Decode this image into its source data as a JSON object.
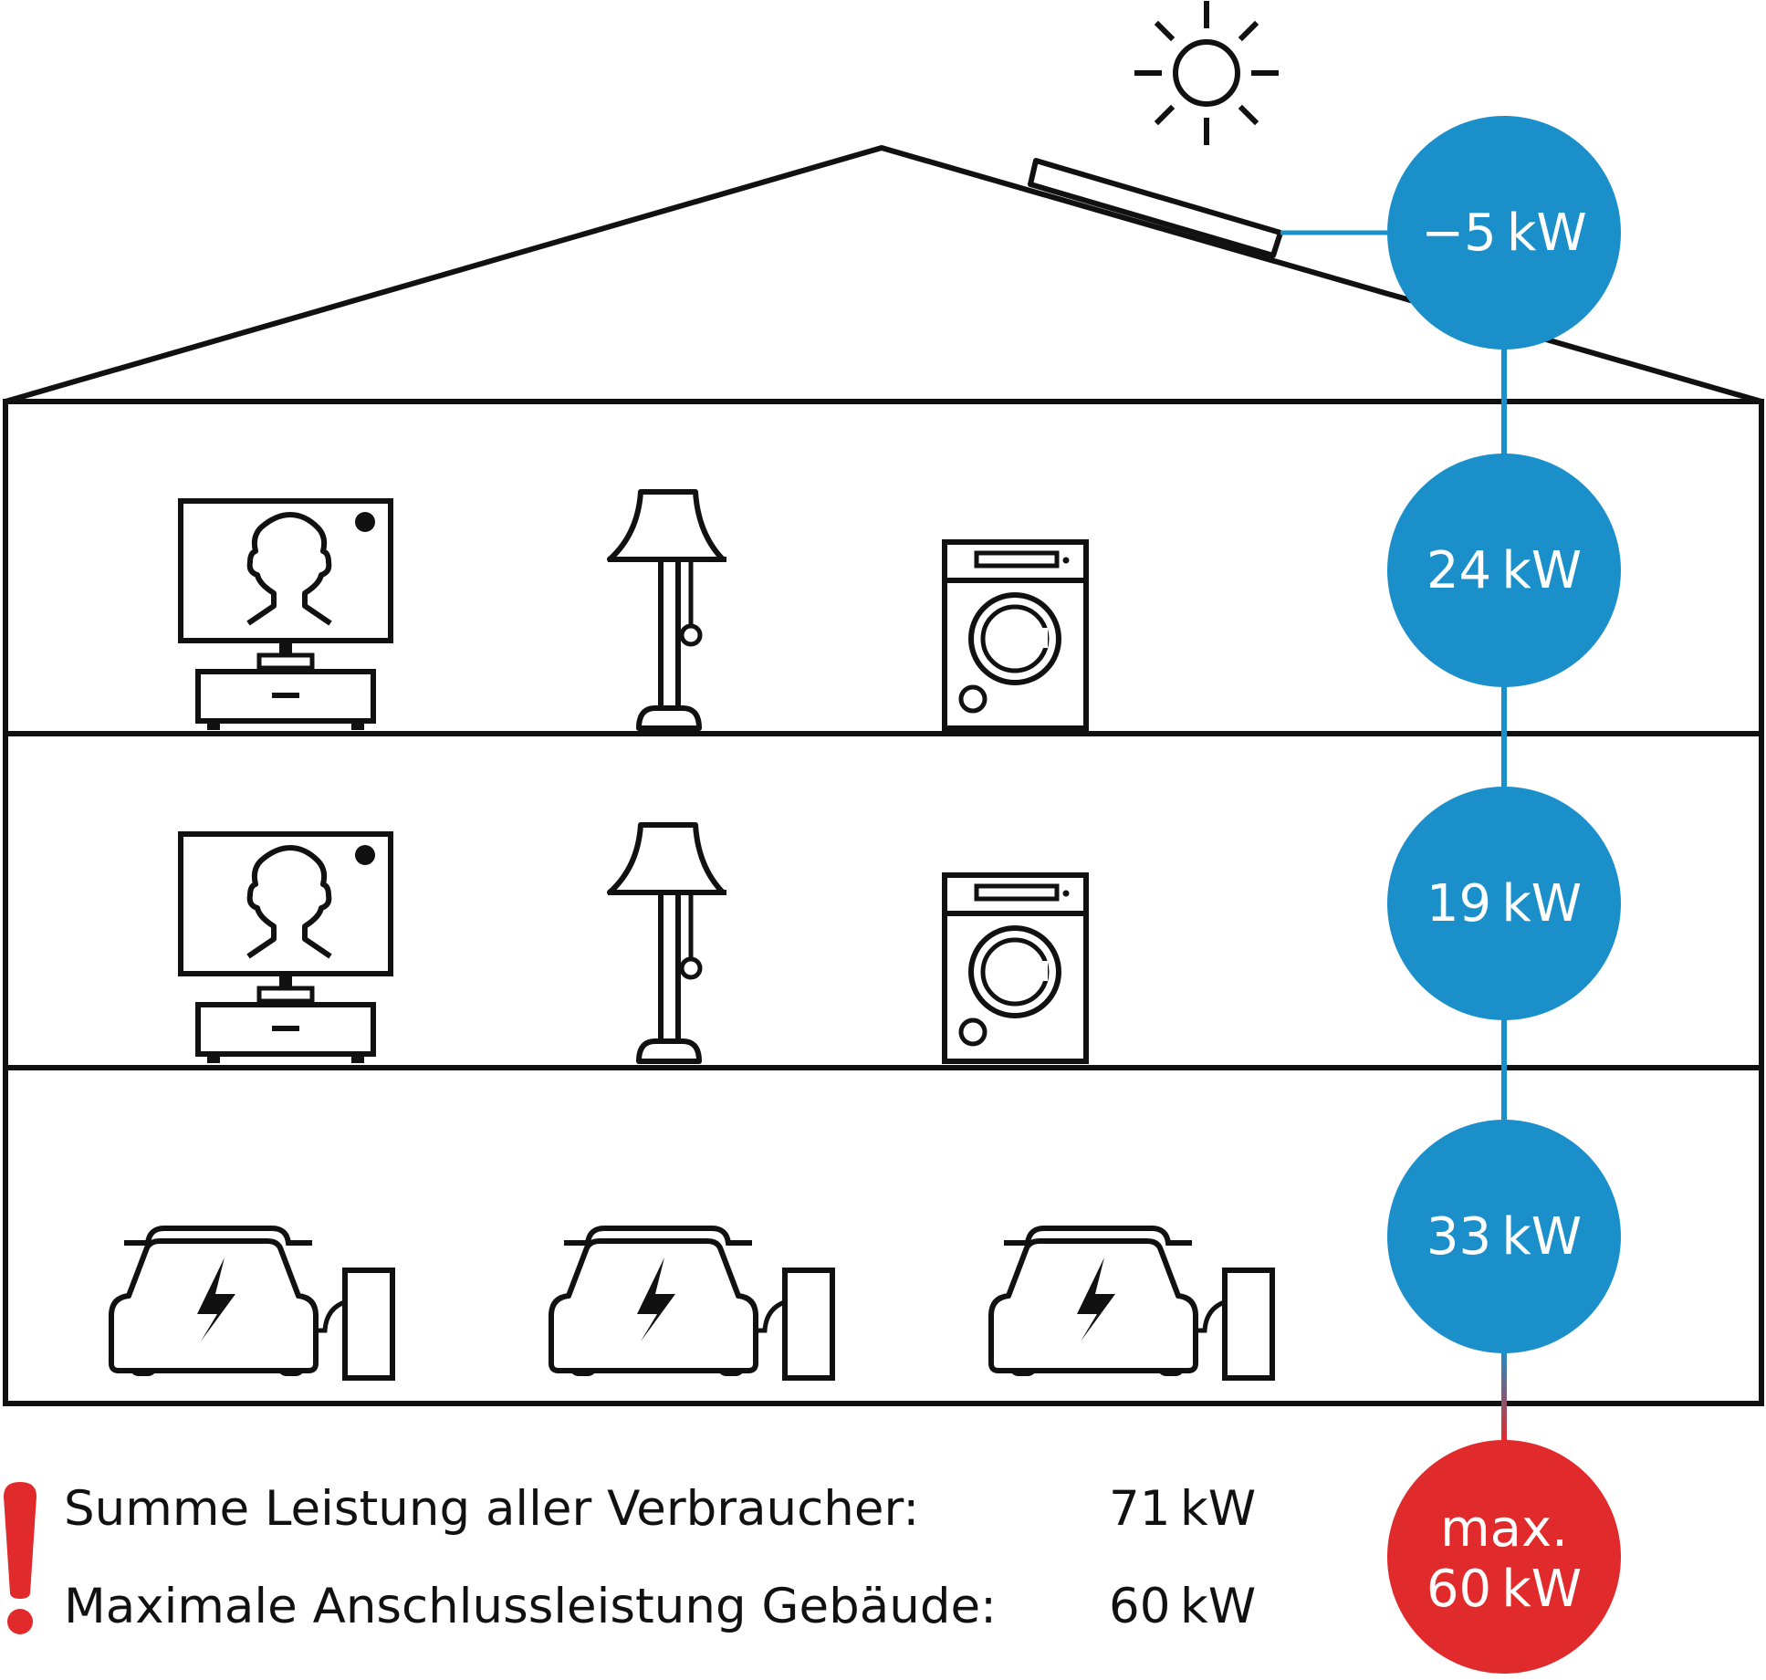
{
  "colors": {
    "line": "#111111",
    "blue": "#1a8fca",
    "red": "#e12a2b",
    "white": "#ffffff"
  },
  "nodes": {
    "solar": "−5 kW",
    "floor_top": "24 kW",
    "floor_middle": "19 kW",
    "floor_bottom": "33 kW",
    "limit_line1": "max.",
    "limit_line2": "60 kW"
  },
  "summary": {
    "total_label": "Summe Leistung aller Verbraucher:",
    "total_value": "71 kW",
    "max_label": "Maximale Anschlussleistung Gebäude:",
    "max_value": "60 kW"
  },
  "icons": {
    "sun": "sun-icon",
    "solar_panel": "solar-panel-icon",
    "tv": "tv-icon",
    "lamp": "floor-lamp-icon",
    "washer": "washing-machine-icon",
    "ev": "electric-car-icon",
    "charger": "charging-station-icon",
    "warning": "exclamation-icon"
  }
}
